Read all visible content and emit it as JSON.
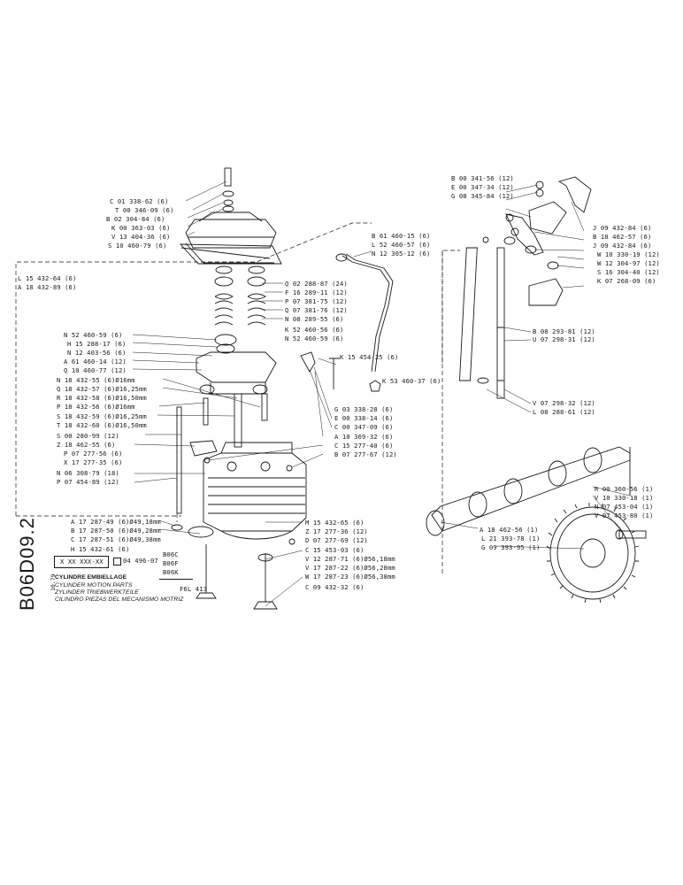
{
  "sheet": {
    "code": "B06D09.2",
    "date": "10.79",
    "variants": {
      "ref_left": "X XX XXX-XX",
      "ref_right": "04 496-07",
      "models": [
        "B06C",
        "B06F",
        "B06K"
      ]
    },
    "titles": [
      "CYLINDRE EMBIELLAGE",
      "CYLINDER MOTION PARTS",
      "ZYLINDER TRIEBWERKTEILE",
      "CILINDRO PIEZAS DEL MECANISMO MOTRIZ"
    ],
    "valve_ref": "F6L 413"
  },
  "labels": {
    "left": [
      "C 01 338-62 (6)",
      "T 00 346-09 (6)",
      "B 02 304-84 (6)",
      "K 00 363-03 (6)",
      "V 13 404-36 (6)",
      "S 10 460-79 (6)",
      "L 15 432-64 (6)",
      "A 18 432-89 (6)",
      "N 52 460-59 (6)",
      "H 15 288-17 (6)",
      "N 12 403-56 (6)",
      "A 61 460-14 (12)",
      "Q 10 460-77 (12)",
      "N 18 432-55 (6)Ø16mm",
      "Q 18 432-57 (6)Ø16,25mm",
      "R 18 432-58 (6)Ø16,50mm",
      "P 18 432-56 (6)Ø16mm",
      "S 18 432-59 (6)Ø16,25mm",
      "T 18 432-60 (6)Ø16,50mm",
      "S 00 280-99 (12)",
      "Z 18 462-55 (6)",
      "P 07 277-56 (6)",
      "X 17 277-35 (6)",
      "N 06 308-79 (18)",
      "P 07 454-89 (12)",
      "A 17 287-49 (6)Ø49,18mm",
      "B 17 287-50 (6)Ø49,28mm",
      "C 17 287-51 (6)Ø49,38mm",
      "H 15 432-61 (6)"
    ],
    "center": [
      "Q 02 288-87 (24)",
      "F 16 289-11 (12)",
      "P 07 381-75 (12)",
      "Q 07 381-76 (12)",
      "N 08 289-55 (6)",
      "K 52 460-56 (6)",
      "N 52 460-59 (6)",
      "K 15 454-25 (6)",
      "K 53 460-37 (6)",
      "B 61 460-15 (6)",
      "L 52 460-57 (6)",
      "N 12 305-12 (6)",
      "G 03 338-28 (6)",
      "E 00 338-14 (6)",
      "C 00 347-09 (6)",
      "A 10 369-32 (6)",
      "C 15 277-40 (6)",
      "B 07 277-67 (12)",
      "M 15 432-65 (6)",
      "Z 17 277-36 (12)",
      "D 07 277-69 (12)",
      "C 15 453-03 (6)",
      "V 12 287-71 (6)Ø56,18mm",
      "V 17 287-22 (6)Ø56,28mm",
      "W 17 287-23 (6)Ø56,38mm",
      "C 09 432-32 (6)"
    ],
    "right": [
      "B 00 341-56 (12)",
      "E 00 347-34 (12)",
      "G 08 345-84 (12)",
      "J 09 432-84 (6)",
      "B 18 462-57 (6)",
      "J 09 432-84 (6)",
      "W 10 330-19 (12)",
      "W 12 304-97 (12)",
      "S 16 304-40 (12)",
      "K 07 268-09 (6)",
      "B 08 293-81 (12)",
      "U 07 298-31 (12)",
      "V 07 298-32 (12)",
      "L 08 288-61 (12)",
      "R 00 360-56 (1)",
      "V 10 330-18 (1)",
      "N 07 453-04 (1)",
      "V 07 453-80 (1)",
      "A 18 462-56 (1)",
      "L 21 393-78 (1)",
      "G 09 393-95 (1)"
    ]
  }
}
